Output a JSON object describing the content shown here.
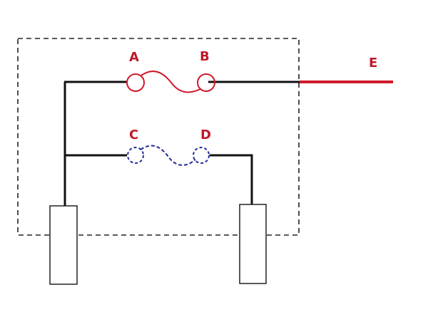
{
  "labels": {
    "a": "A",
    "b": "B",
    "c": "C",
    "d": "D",
    "e": "E"
  },
  "colors": {
    "red": "#d0192b",
    "blue": "#1f2a9a",
    "black": "#111111",
    "dashed_box": "#222222",
    "label_red": "#c0182a"
  }
}
